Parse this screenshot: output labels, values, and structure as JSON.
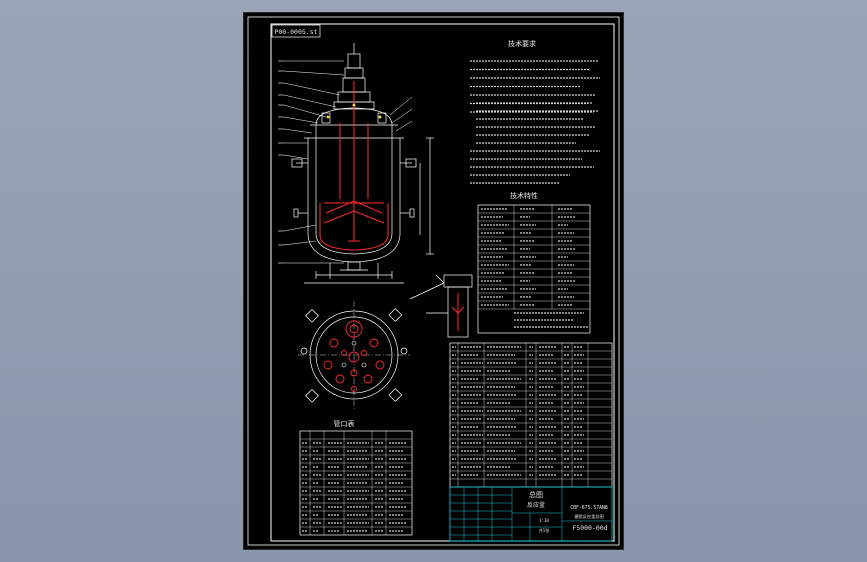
{
  "drawing": {
    "drawing_number_top": "P00-0005.st",
    "tech_requirements_title": "技术要求",
    "tech_specs_title": "技术特性",
    "nozzle_table_title": "管口表",
    "title_block": {
      "name_line1": "总图",
      "name_line2": "反应釜",
      "company": "CBF-675.57AN8",
      "subtitle": "搪瓷反应釜总图",
      "drawing_number": "F5000-00d",
      "scale": "1:10",
      "sheet": "共1张"
    }
  },
  "colors": {
    "sheet": "#000000",
    "line": "#ffffff",
    "red": "#ff2a2a",
    "cyan": "#00c8d8",
    "yellow": "#e8d84a",
    "desktop": "#9aa5b8"
  }
}
